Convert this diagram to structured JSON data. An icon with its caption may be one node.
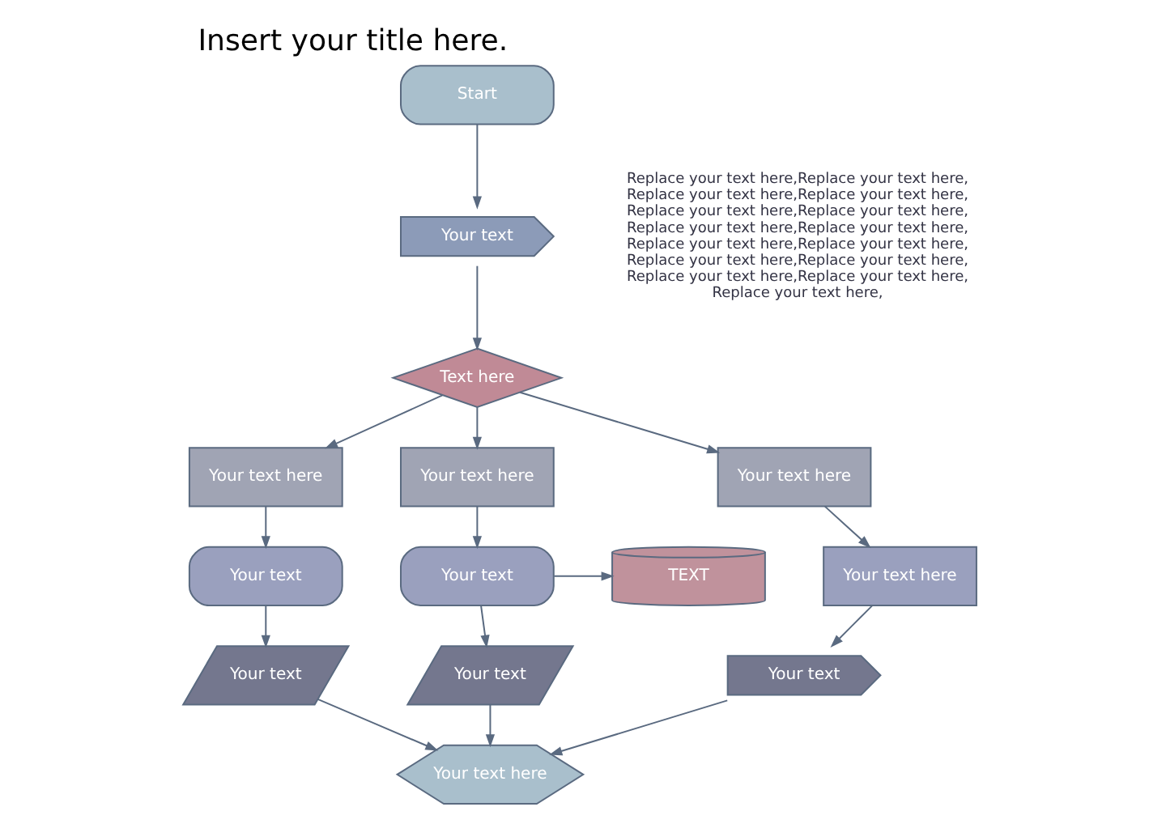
{
  "diagram": {
    "title": "Insert your title here.",
    "nodes": [
      {
        "text": [
          "Start"
        ]
      },
      {
        "text": [
          "Your text"
        ]
      },
      {
        "text": [
          "Text here"
        ]
      },
      {
        "text": [
          "Your text here"
        ]
      },
      {
        "text": [
          "Your text here"
        ]
      },
      {
        "text": [
          "Your text here"
        ]
      },
      {
        "text": [
          "Your text"
        ]
      },
      {
        "text": [
          "Your text"
        ]
      },
      {
        "text": [
          "TEXT"
        ]
      },
      {
        "text": [
          "Your text here"
        ]
      },
      {
        "text": [
          "Your text"
        ]
      },
      {
        "text": [
          "Your text"
        ]
      },
      {
        "text": [
          "Your text"
        ]
      },
      {
        "text": [
          "Your text here"
        ]
      }
    ],
    "edges": [
      {
        "from": 0,
        "to": 1,
        "arrow": "to"
      },
      {
        "from": 1,
        "to": 2,
        "arrow": "to"
      },
      {
        "from": 2,
        "to": 3,
        "arrow": "to"
      },
      {
        "from": 2,
        "to": 4,
        "arrow": "to"
      },
      {
        "from": 2,
        "to": 5,
        "arrow": "to"
      },
      {
        "from": 3,
        "to": 6,
        "arrow": "to"
      },
      {
        "from": 4,
        "to": 7,
        "arrow": "to"
      },
      {
        "from": 7,
        "to": 8,
        "arrow": "to"
      },
      {
        "from": 5,
        "to": 9,
        "arrow": "to"
      },
      {
        "from": 6,
        "to": 10,
        "arrow": "to"
      },
      {
        "from": 7,
        "to": 11,
        "arrow": "to"
      },
      {
        "from": 9,
        "to": 12,
        "arrow": "to"
      },
      {
        "from": 10,
        "to": 13,
        "arrow": "to"
      },
      {
        "from": 11,
        "to": 13,
        "arrow": "to"
      },
      {
        "from": 12,
        "to": 13,
        "arrow": "to"
      }
    ],
    "labels": [
      "Replace your text here,Replace your text here,Replace your text here,Replace your text here,Replace your text here,Replace your text here,Replace your text here,Replace your text here,Replace your text here,Replace your text here,Replace your text here,Replace your text here,Replace your text here,Replace your text here,Replace your text here,"
    ]
  }
}
